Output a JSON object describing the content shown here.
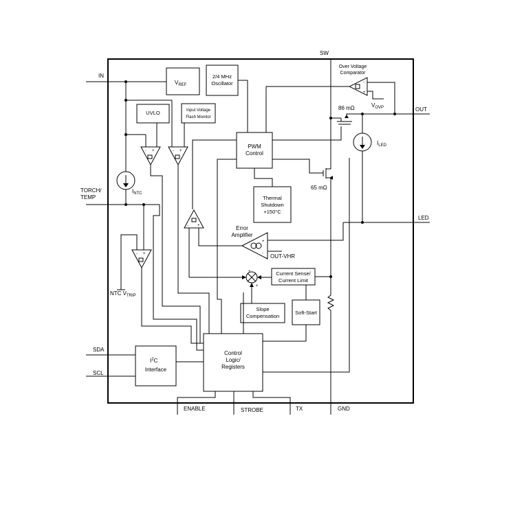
{
  "pins": {
    "sw": "SW",
    "in": "IN",
    "torch_temp_1": "TORCH/",
    "torch_temp_2": "TEMP",
    "out": "OUT",
    "led": "LED",
    "sda": "SDA",
    "scl": "SCL",
    "enable": "ENABLE",
    "strobe": "STROBE",
    "tx": "TX",
    "gnd": "GND"
  },
  "blocks": {
    "vref_main": "V",
    "vref_sub": "REF",
    "osc_1": "2/4 MHz",
    "osc_2": "Oscillator",
    "uvlo": "UVLO",
    "ivfm_1": "Input Voltage",
    "ivfm_2": "Flash Monitor",
    "pwm_1": "PWM",
    "pwm_2": "Control",
    "thermal_1": "Thermal",
    "thermal_2": "Shutdown",
    "thermal_3": "+150°C",
    "current_1": "Current Sense/",
    "current_2": "Current Limit",
    "slope_1": "Slope",
    "slope_2": "Compensation",
    "softstart": "Soft-Start",
    "control_1": "Control",
    "control_2": "Logic/",
    "control_3": "Registers",
    "i2c_main": "I",
    "i2c_sup": "2",
    "i2c_rest": "C",
    "i2c_2": "Interface"
  },
  "labels": {
    "ovp_1": "Over Voltage",
    "ovp_2": "Comparator",
    "vovp_main": "V",
    "vovp_sub": "OVP",
    "r86": "86 mΩ",
    "r65": "65 mΩ",
    "iled_main": "I",
    "iled_sub": "LED",
    "intc_main": "I",
    "intc_sub": "NTC",
    "error_1": "Error",
    "error_2": "Amplifier",
    "outvhr": "OUT-VHR",
    "ntc_main": "NTC V",
    "ntc_sub": "TRIP"
  }
}
